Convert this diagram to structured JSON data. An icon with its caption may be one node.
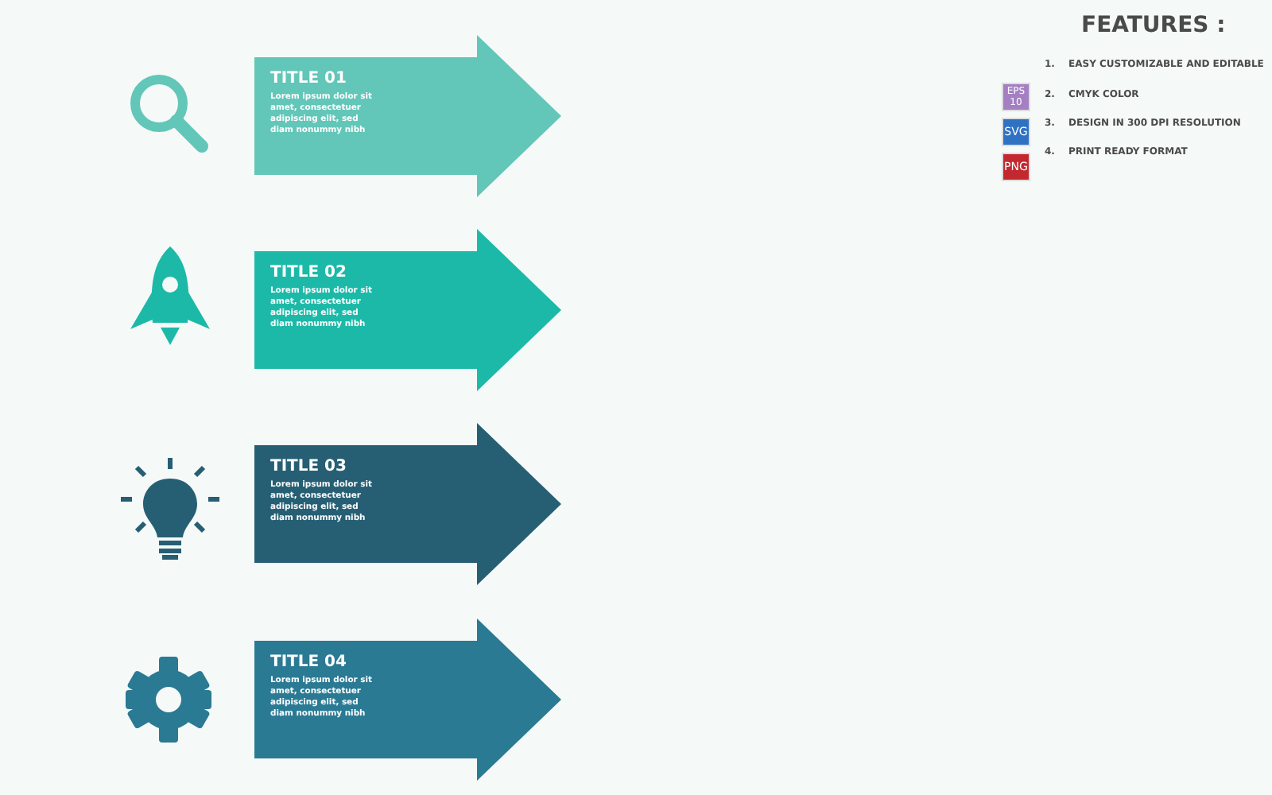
{
  "diagram": {
    "nodes": [
      {
        "text": [
          "TITLE 01",
          "Lorem ipsum dolor sit amet, consectetuer adipiscing elit, sed diam nonummy nibh"
        ]
      },
      {
        "text": [
          "TITLE 02",
          "Lorem ipsum dolor sit amet, consectetuer adipiscing elit, sed diam nonummy nibh"
        ]
      },
      {
        "text": [
          "TITLE 03",
          "Lorem ipsum dolor sit amet, consectetuer adipiscing elit, sed diam nonummy nibh"
        ]
      },
      {
        "text": [
          "TITLE 04",
          "Lorem ipsum dolor sit amet, consectetuer adipiscing elit, sed diam nonummy nibh"
        ]
      }
    ],
    "labels": [
      "FEATURES :",
      "1.",
      "EASY CUSTOMIZABLE AND EDITABLE",
      "EPS 10",
      "2.",
      "CMYK COLOR",
      "SVG",
      "3.",
      "DESIGN IN 300 DPI RESOLUTION",
      "PNG",
      "4.",
      "PRINT READY FORMAT"
    ]
  }
}
